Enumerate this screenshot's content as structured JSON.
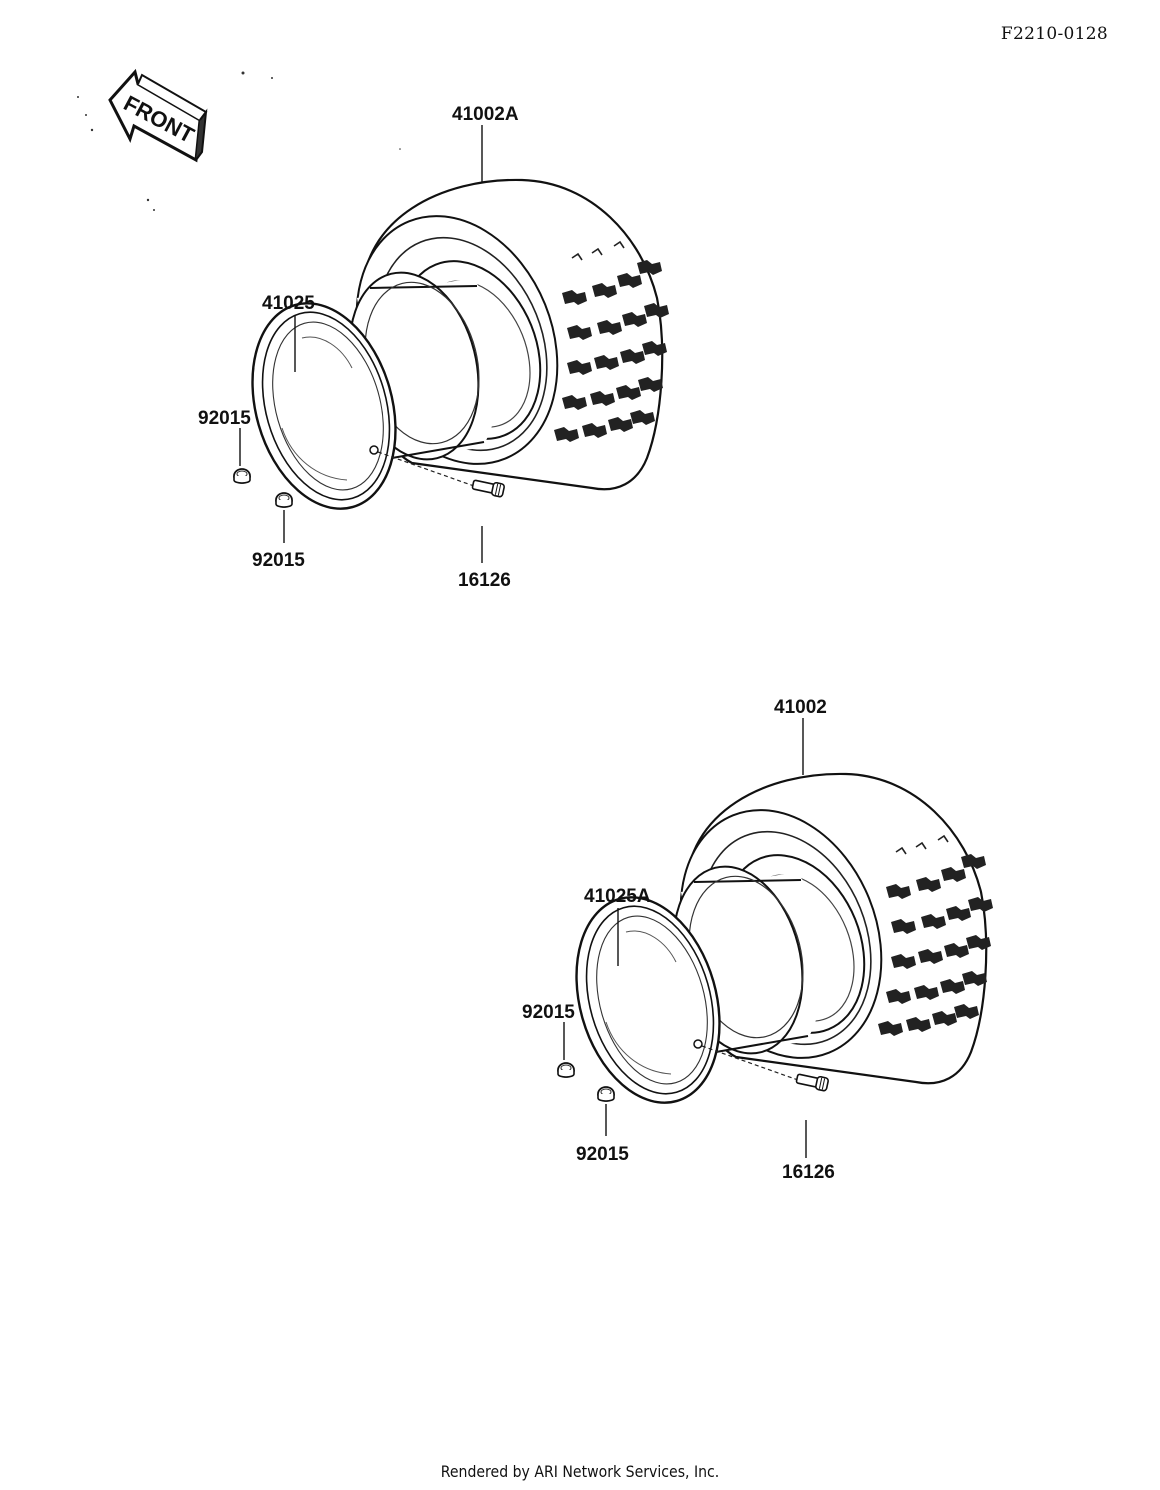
{
  "document_code": "F2210-0128",
  "front_label": "FRONT",
  "footer_text": "Rendered by ARI Network Services, Inc.",
  "assemblies": [
    {
      "name": "upper",
      "tire": "41002A",
      "rim": "41025",
      "cap_left": "92015",
      "cap_bottom": "92015",
      "valve": "16126"
    },
    {
      "name": "lower",
      "tire": "41002",
      "rim": "41025A",
      "cap_left": "92015",
      "cap_bottom": "92015",
      "valve": "16126"
    }
  ]
}
